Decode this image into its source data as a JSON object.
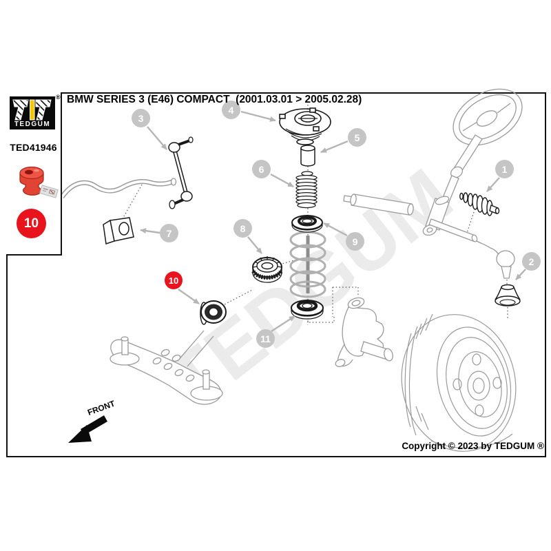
{
  "header": {
    "title": "BMW SERIES 3 (E46) COMPACT  (2001.03.01 > 2005.02.28)"
  },
  "sidebar": {
    "logo_text": "TEDGUM",
    "registered_mark": "®",
    "part_number": "TED41946",
    "badge": {
      "number": "10",
      "color": "#e8131d"
    },
    "part_icon": "red-polyurethane-bushing-photo"
  },
  "diagram": {
    "watermark": "TEDGUM",
    "front_label": "FRONT",
    "copyright": "Copyright © 2023 by TEDGUM ®",
    "callouts": [
      {
        "number": "1",
        "style": "gray"
      },
      {
        "number": "2",
        "style": "gray"
      },
      {
        "number": "3",
        "style": "gray"
      },
      {
        "number": "4",
        "style": "gray"
      },
      {
        "number": "5",
        "style": "gray"
      },
      {
        "number": "6",
        "style": "gray"
      },
      {
        "number": "7",
        "style": "gray"
      },
      {
        "number": "8",
        "style": "gray"
      },
      {
        "number": "9",
        "style": "gray"
      },
      {
        "number": "10",
        "style": "red"
      },
      {
        "number": "11",
        "style": "gray"
      }
    ],
    "colors": {
      "callout_gray": "#c5c5c5",
      "callout_red": "#e8131d",
      "line_dark": "#1a1a1a",
      "line_light": "#9a9a9a",
      "arrow_gray": "#b5b5b5",
      "watermark_gray": "#ebebeb",
      "brand_yellow": "#f6c700",
      "part_red": "#e63a2e"
    }
  }
}
